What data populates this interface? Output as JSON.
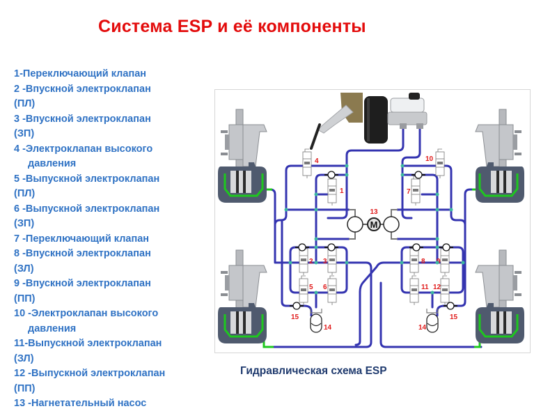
{
  "title": "Система ESP и её компоненты",
  "legend": [
    {
      "line1": "1-Переключающий клапан"
    },
    {
      "line1": "2 -Впускной электроклапан",
      "line2": "(ПЛ)"
    },
    {
      "line1": "3 -Впускной электроклапан",
      "line2": "(ЗП)"
    },
    {
      "line1": "4 -Электроклапан высокого",
      "line2_indent": "давления"
    },
    {
      "line1": "5 -Выпускной электроклапан",
      "line2": "(ПЛ)"
    },
    {
      "line1": "6 -Выпускной электроклапан",
      "line2": "(ЗП)"
    },
    {
      "line1": "7 -Переключающий клапан"
    },
    {
      "line1": "8 -Впускной электроклапан",
      "line2": "(ЗЛ)"
    },
    {
      "line1": "9 -Впускной электроклапан",
      "line2": "(ПП)"
    },
    {
      "line1": "10 -Электроклапан высокого",
      "line2_indent": "давления"
    },
    {
      "line1": "11-Выпускной электроклапан",
      "line2": "(ЗЛ)"
    },
    {
      "line1": "12 -Выпускной электроклапан",
      "line2": "(ПП)"
    },
    {
      "line1": "13 -Нагнетательный насос"
    }
  ],
  "diagram": {
    "caption": "Гидравлическая схема ESP",
    "motor_symbol": "M",
    "labels": {
      "v1": "1",
      "v2": "2",
      "v3": "3",
      "v4": "4",
      "v5": "5",
      "v6": "6",
      "v7": "7",
      "v8": "8",
      "v9": "9",
      "v10": "10",
      "v11": "11",
      "v12": "12",
      "pump": "13",
      "acc_left": "14",
      "acc_right": "14",
      "check_left": "15",
      "check_right": "15"
    },
    "colors": {
      "brake_line": "#3434b0",
      "wheel_line": "#1ec81e",
      "junction": "#3bb8a0",
      "label": "#e01b1b",
      "caliper": "#4f5a6e"
    }
  }
}
